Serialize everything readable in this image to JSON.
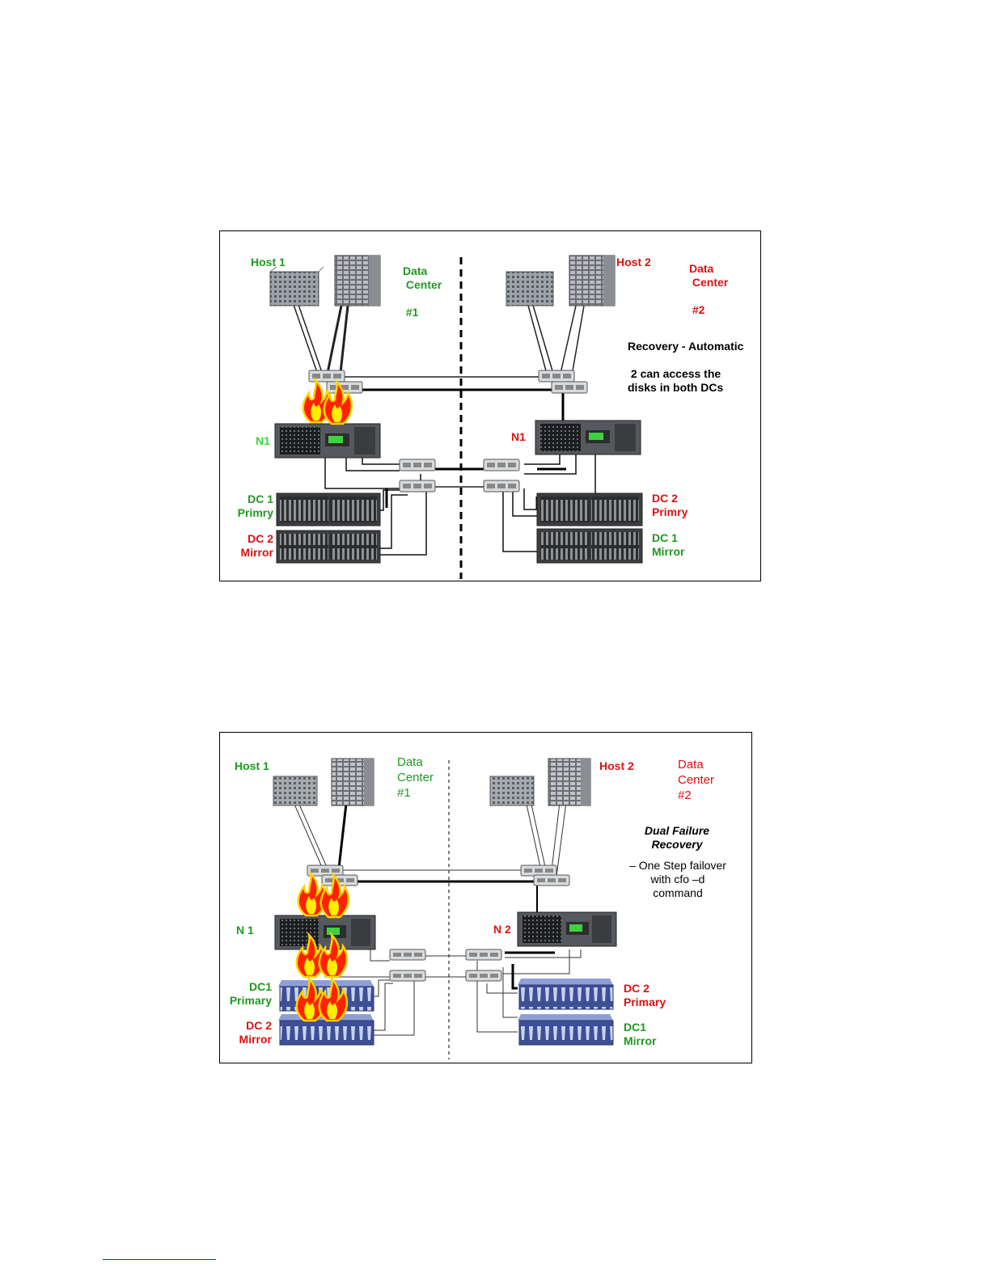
{
  "figure1": {
    "host1": "Host 1",
    "host2": "Host 2",
    "dc1_label": "Data\n Center\n\n #1",
    "dc2_label": "Data\n Center\n\n #2",
    "node_left": "N1",
    "node_right": "N1",
    "recovery_title": "Recovery - Automatic",
    "recovery_desc": " 2 can access the\ndisks in both DCs",
    "dc1_primary": "DC 1\nPrimry",
    "dc2_mirror": "DC 2\nMirror",
    "dc2_primary": "DC 2\nPrimry",
    "dc1_mirror": "DC 1\nMirror",
    "colors": {
      "green": "#1f9a1f",
      "red": "#e01010",
      "flame": "#ff3300"
    }
  },
  "figure2": {
    "host1": "Host 1",
    "host2": "Host 2",
    "dc1_label": "Data\nCenter\n#1",
    "dc2_label": "Data\nCenter\n#2",
    "node_left": "N 1",
    "node_right": "N 2",
    "recovery_title": "Dual Failure\nRecovery",
    "recovery_desc": "– One Step failover\nwith cfo –d\ncommand",
    "dc1_primary": "DC1\nPrimary",
    "dc2_mirror": "DC 2\nMirror",
    "dc2_primary": "DC 2\nPrimary",
    "dc1_mirror": "DC1\nMirror"
  }
}
